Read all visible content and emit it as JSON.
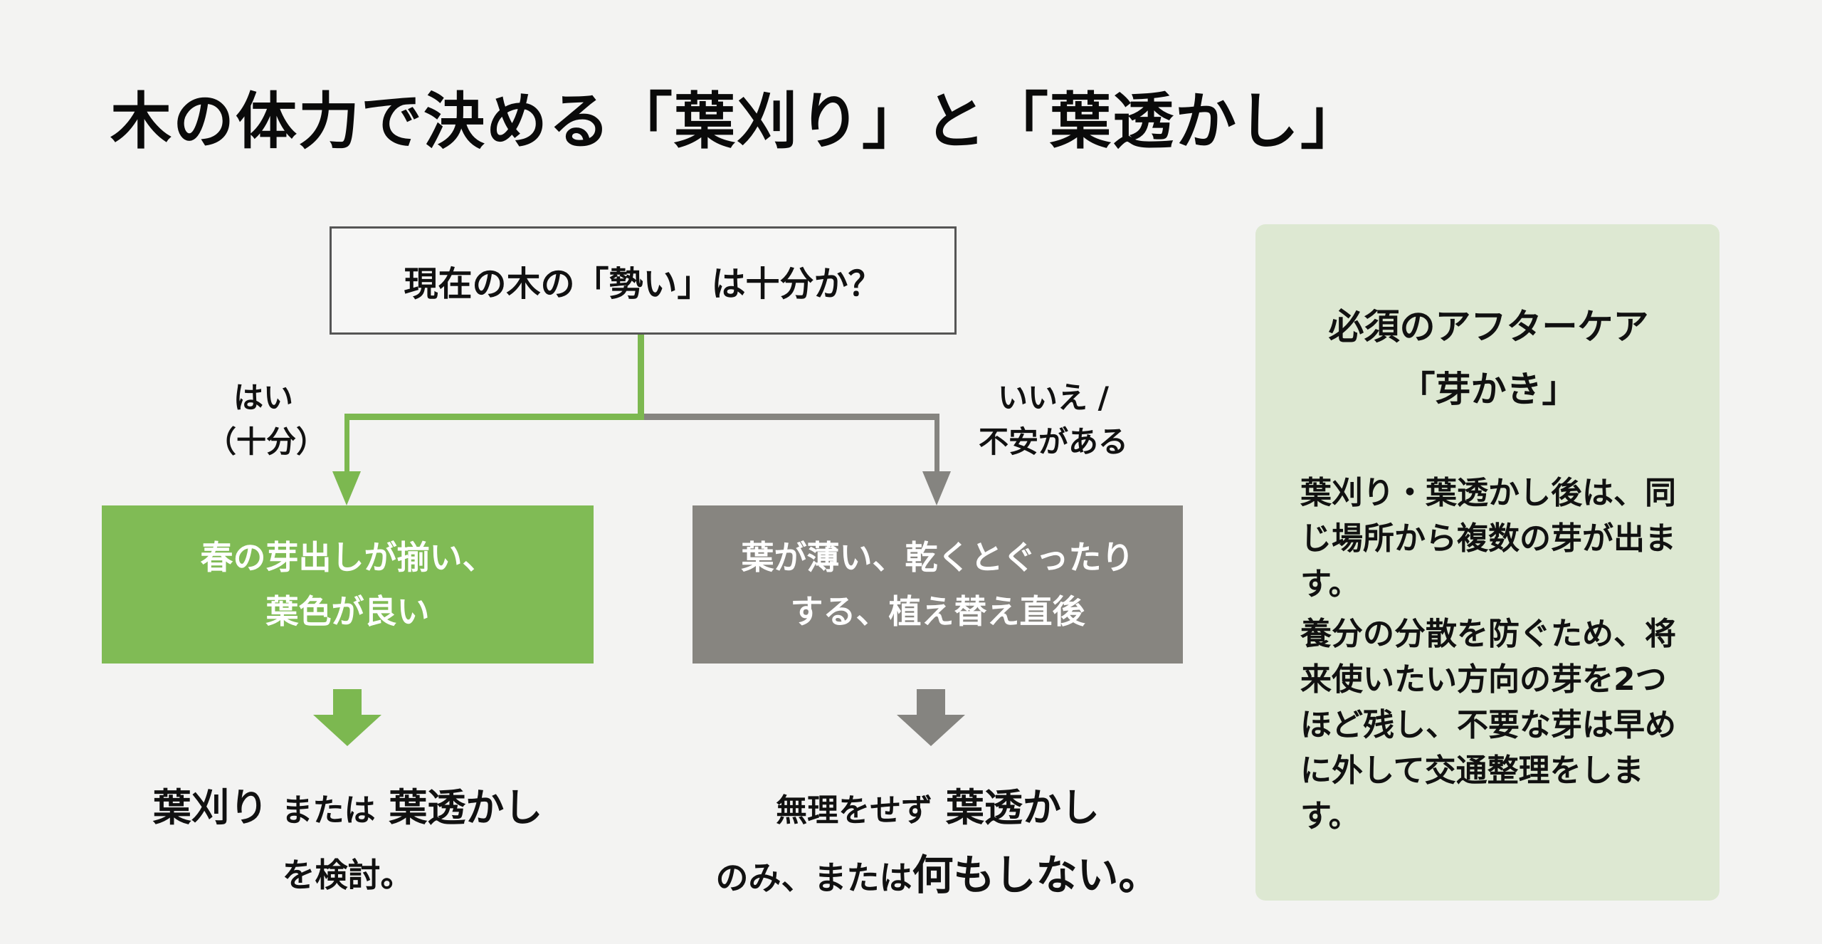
{
  "title": "木の体力で決める「葉刈り」と「葉透かし」",
  "flowchart": {
    "question": "現在の木の「勢い」は十分か？",
    "colors": {
      "yes_branch": "#7cb850",
      "no_branch": "#858480",
      "question_border": "#555555",
      "aftercare_panel": "#dde8d2",
      "background": "#f3f3f2"
    },
    "yes": {
      "label_line1": "はい",
      "label_line2": "（十分）",
      "condition_line1": "春の芽出しが揃い、",
      "condition_line2": "葉色が良い",
      "result_part1": "葉刈り",
      "result_part2": "または",
      "result_part3": "葉透かし",
      "result_line2": "を検討。"
    },
    "no": {
      "label_line1": "いいえ /",
      "label_line2": "不安がある",
      "condition_line1": "葉が薄い、乾くとぐったり",
      "condition_line2": "する、植え替え直後",
      "result_part1": "無理をせず",
      "result_part2": "葉透かし",
      "result_line2_part1": "のみ、または",
      "result_line2_part2": "何もしない。"
    }
  },
  "aftercare": {
    "title_line1": "必須のアフターケア",
    "title_line2": "「芽かき」",
    "paragraph1": "葉刈り・葉透かし後は、同じ場所から複数の芽が出ます。",
    "paragraph2": "養分の分散を防ぐため、将来使いたい方向の芽を2つほど残し、不要な芽は早めに外して交通整理をします。"
  }
}
